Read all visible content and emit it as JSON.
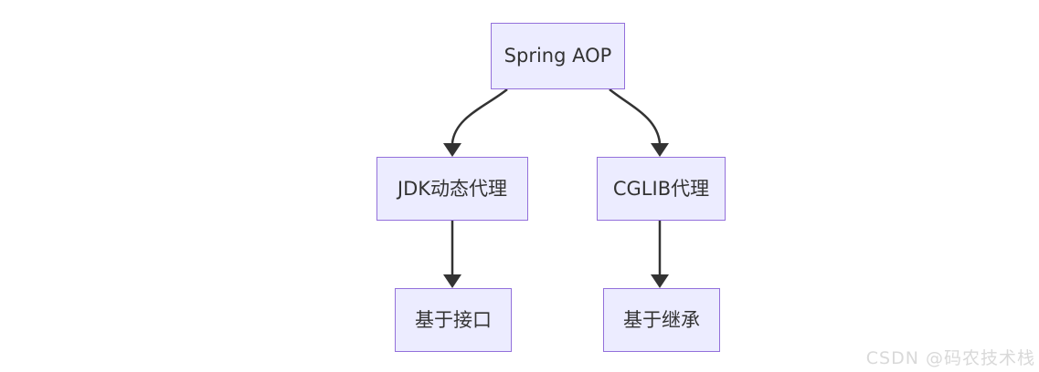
{
  "diagram": {
    "type": "flowchart",
    "direction": "top-down",
    "nodes": [
      {
        "id": "spring-aop",
        "label": "Spring AOP"
      },
      {
        "id": "jdk-dynamic-proxy",
        "label": "JDK动态代理"
      },
      {
        "id": "cglib-proxy",
        "label": "CGLIB代理"
      },
      {
        "id": "interface-based",
        "label": "基于接口"
      },
      {
        "id": "inheritance-based",
        "label": "基于继承"
      }
    ],
    "edges": [
      {
        "from": "spring-aop",
        "to": "jdk-dynamic-proxy"
      },
      {
        "from": "spring-aop",
        "to": "cglib-proxy"
      },
      {
        "from": "jdk-dynamic-proxy",
        "to": "interface-based"
      },
      {
        "from": "cglib-proxy",
        "to": "inheritance-based"
      }
    ],
    "colors": {
      "node_fill": "#ECECFF",
      "node_border": "#9370DB",
      "edge": "#333333",
      "text": "#333333"
    }
  },
  "watermark": {
    "text": "CSDN @码农技术栈",
    "color": "#D9D9D9"
  }
}
